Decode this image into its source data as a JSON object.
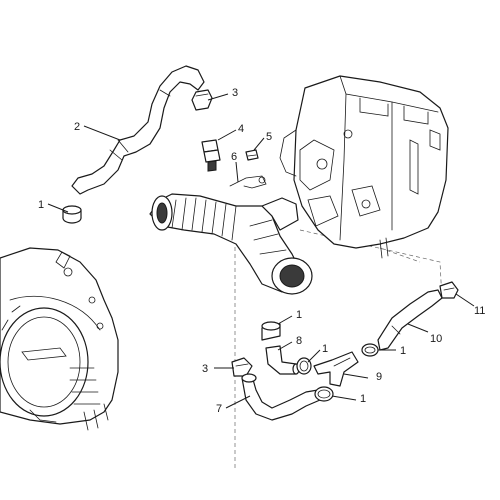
{
  "callouts": {
    "c1a": "1",
    "c2": "2",
    "c3a": "3",
    "c4": "4",
    "c5": "5",
    "c6": "6",
    "c1b": "1",
    "c8": "8",
    "c1c": "1",
    "c1d": "1",
    "c3b": "3",
    "c9": "9",
    "c7": "7",
    "c1e": "1",
    "c10": "10",
    "c11": "11"
  }
}
